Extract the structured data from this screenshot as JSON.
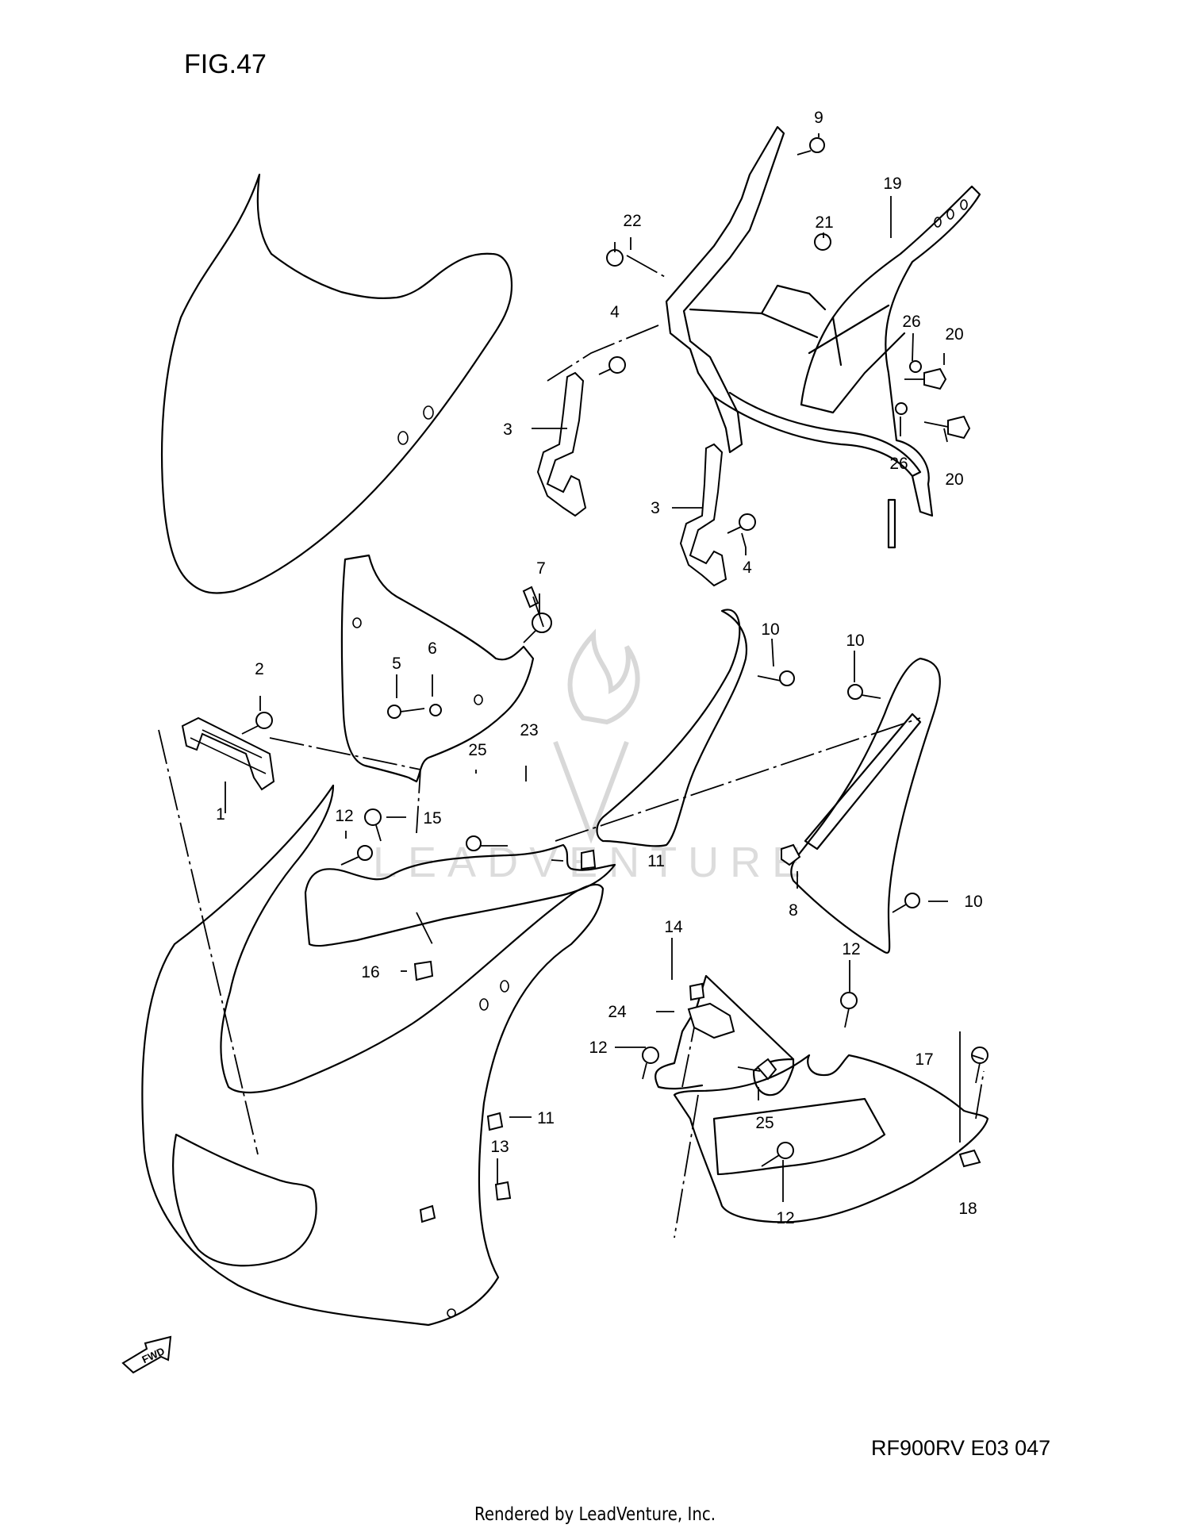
{
  "figure_label": "FIG.47",
  "diagram_code": "RF900RV E03  047",
  "footer_text": "Rendered by LeadVenture, Inc.",
  "watermark_text": "LEADVENTURE",
  "direction_label": "FWD",
  "callouts": [
    {
      "id": "c1",
      "number": "1"
    },
    {
      "id": "c2",
      "number": "2"
    },
    {
      "id": "c3a",
      "number": "3"
    },
    {
      "id": "c3b",
      "number": "3"
    },
    {
      "id": "c4a",
      "number": "4"
    },
    {
      "id": "c4b",
      "number": "4"
    },
    {
      "id": "c5",
      "number": "5"
    },
    {
      "id": "c6",
      "number": "6"
    },
    {
      "id": "c7",
      "number": "7"
    },
    {
      "id": "c8",
      "number": "8"
    },
    {
      "id": "c9",
      "number": "9"
    },
    {
      "id": "c10a",
      "number": "10"
    },
    {
      "id": "c10b",
      "number": "10"
    },
    {
      "id": "c10c",
      "number": "10"
    },
    {
      "id": "c11a",
      "number": "11"
    },
    {
      "id": "c11b",
      "number": "11"
    },
    {
      "id": "c12a",
      "number": "12"
    },
    {
      "id": "c12b",
      "number": "12"
    },
    {
      "id": "c12c",
      "number": "12"
    },
    {
      "id": "c12d",
      "number": "12"
    },
    {
      "id": "c13",
      "number": "13"
    },
    {
      "id": "c14",
      "number": "14"
    },
    {
      "id": "c15",
      "number": "15"
    },
    {
      "id": "c16",
      "number": "16"
    },
    {
      "id": "c17",
      "number": "17"
    },
    {
      "id": "c18",
      "number": "18"
    },
    {
      "id": "c19",
      "number": "19"
    },
    {
      "id": "c20a",
      "number": "20"
    },
    {
      "id": "c20b",
      "number": "20"
    },
    {
      "id": "c21",
      "number": "21"
    },
    {
      "id": "c22",
      "number": "22"
    },
    {
      "id": "c23",
      "number": "23"
    },
    {
      "id": "c24",
      "number": "24"
    },
    {
      "id": "c25a",
      "number": "25"
    },
    {
      "id": "c25b",
      "number": "25"
    },
    {
      "id": "c26a",
      "number": "26"
    },
    {
      "id": "c26b",
      "number": "26"
    }
  ]
}
